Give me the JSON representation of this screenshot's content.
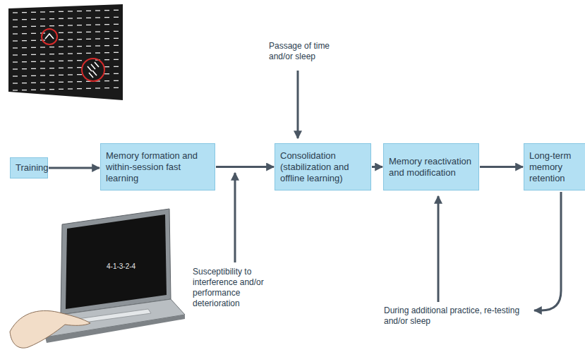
{
  "diagram": {
    "nodes": [
      {
        "text": [
          "Training"
        ]
      },
      {
        "text": [
          "Memory formation and within-session fast learning"
        ]
      },
      {
        "text": [
          "Consolidation (stabilization and offline learning)"
        ]
      },
      {
        "text": [
          "Memory reactivation and modification"
        ]
      },
      {
        "text": [
          "Long-term memory retention"
        ]
      }
    ],
    "edges": [
      {
        "from": 0,
        "to": 1,
        "arrow": "to"
      },
      {
        "from": 1,
        "to": 2,
        "arrow": "to"
      },
      {
        "from": 2,
        "to": 3,
        "arrow": "to"
      },
      {
        "from": 3,
        "to": 4,
        "arrow": "to"
      }
    ],
    "labels": [
      "Passage of time and/or sleep",
      "Susceptibility to interference and/or performance deterioration",
      "During additional practice, re-testing and/or sleep",
      "4-1-3-2-4"
    ]
  }
}
